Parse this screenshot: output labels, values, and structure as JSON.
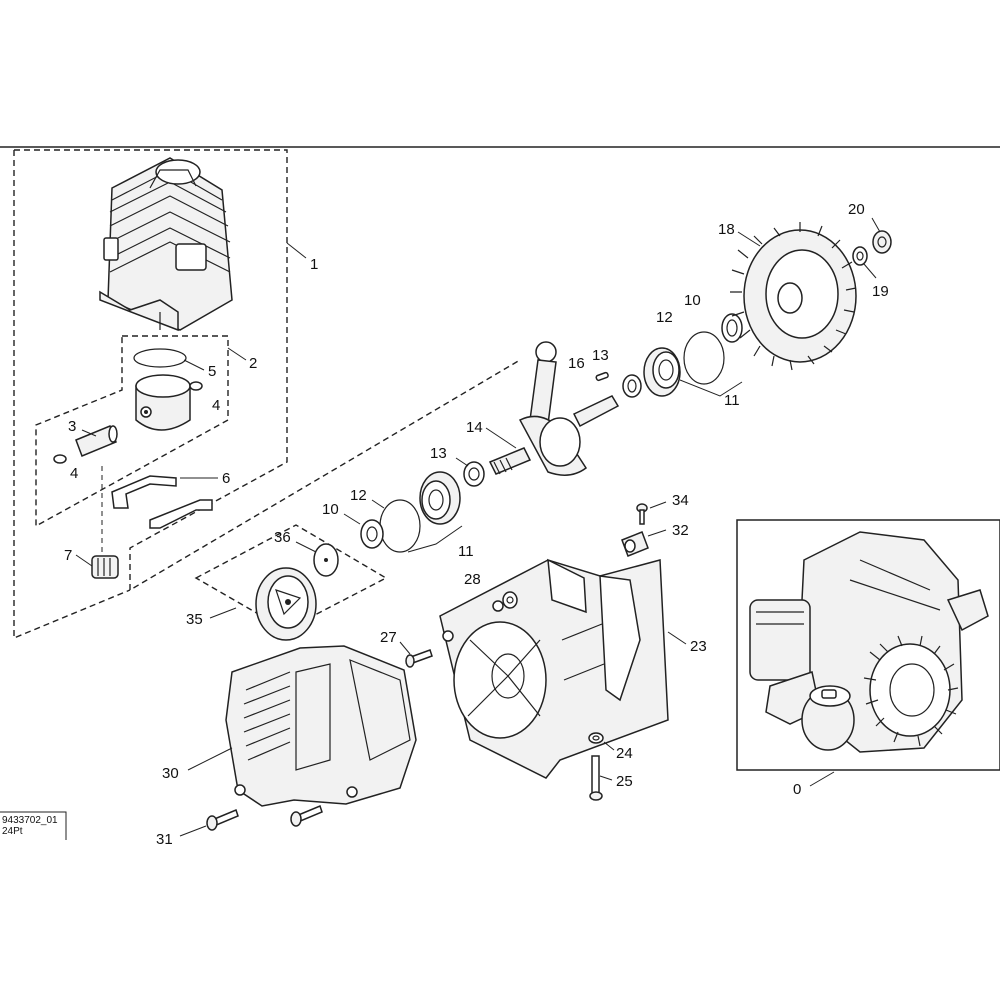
{
  "drawing_code": {
    "line1": "9433702_01",
    "line2": "24Pt"
  },
  "callouts": {
    "p0": "0",
    "p1": "1",
    "p2": "2",
    "p3": "3",
    "p4a": "4",
    "p4b": "4",
    "p5": "5",
    "p6": "6",
    "p7": "7",
    "p10a": "10",
    "p10b": "10",
    "p11a": "11",
    "p11b": "11",
    "p12a": "12",
    "p12b": "12",
    "p13a": "13",
    "p13b": "13",
    "p14": "14",
    "p16": "16",
    "p18": "18",
    "p19": "19",
    "p20": "20",
    "p23": "23",
    "p24": "24",
    "p25": "25",
    "p27": "27",
    "p28": "28",
    "p30": "30",
    "p31": "31",
    "p32": "32",
    "p34": "34",
    "p35": "35",
    "p36": "36"
  }
}
